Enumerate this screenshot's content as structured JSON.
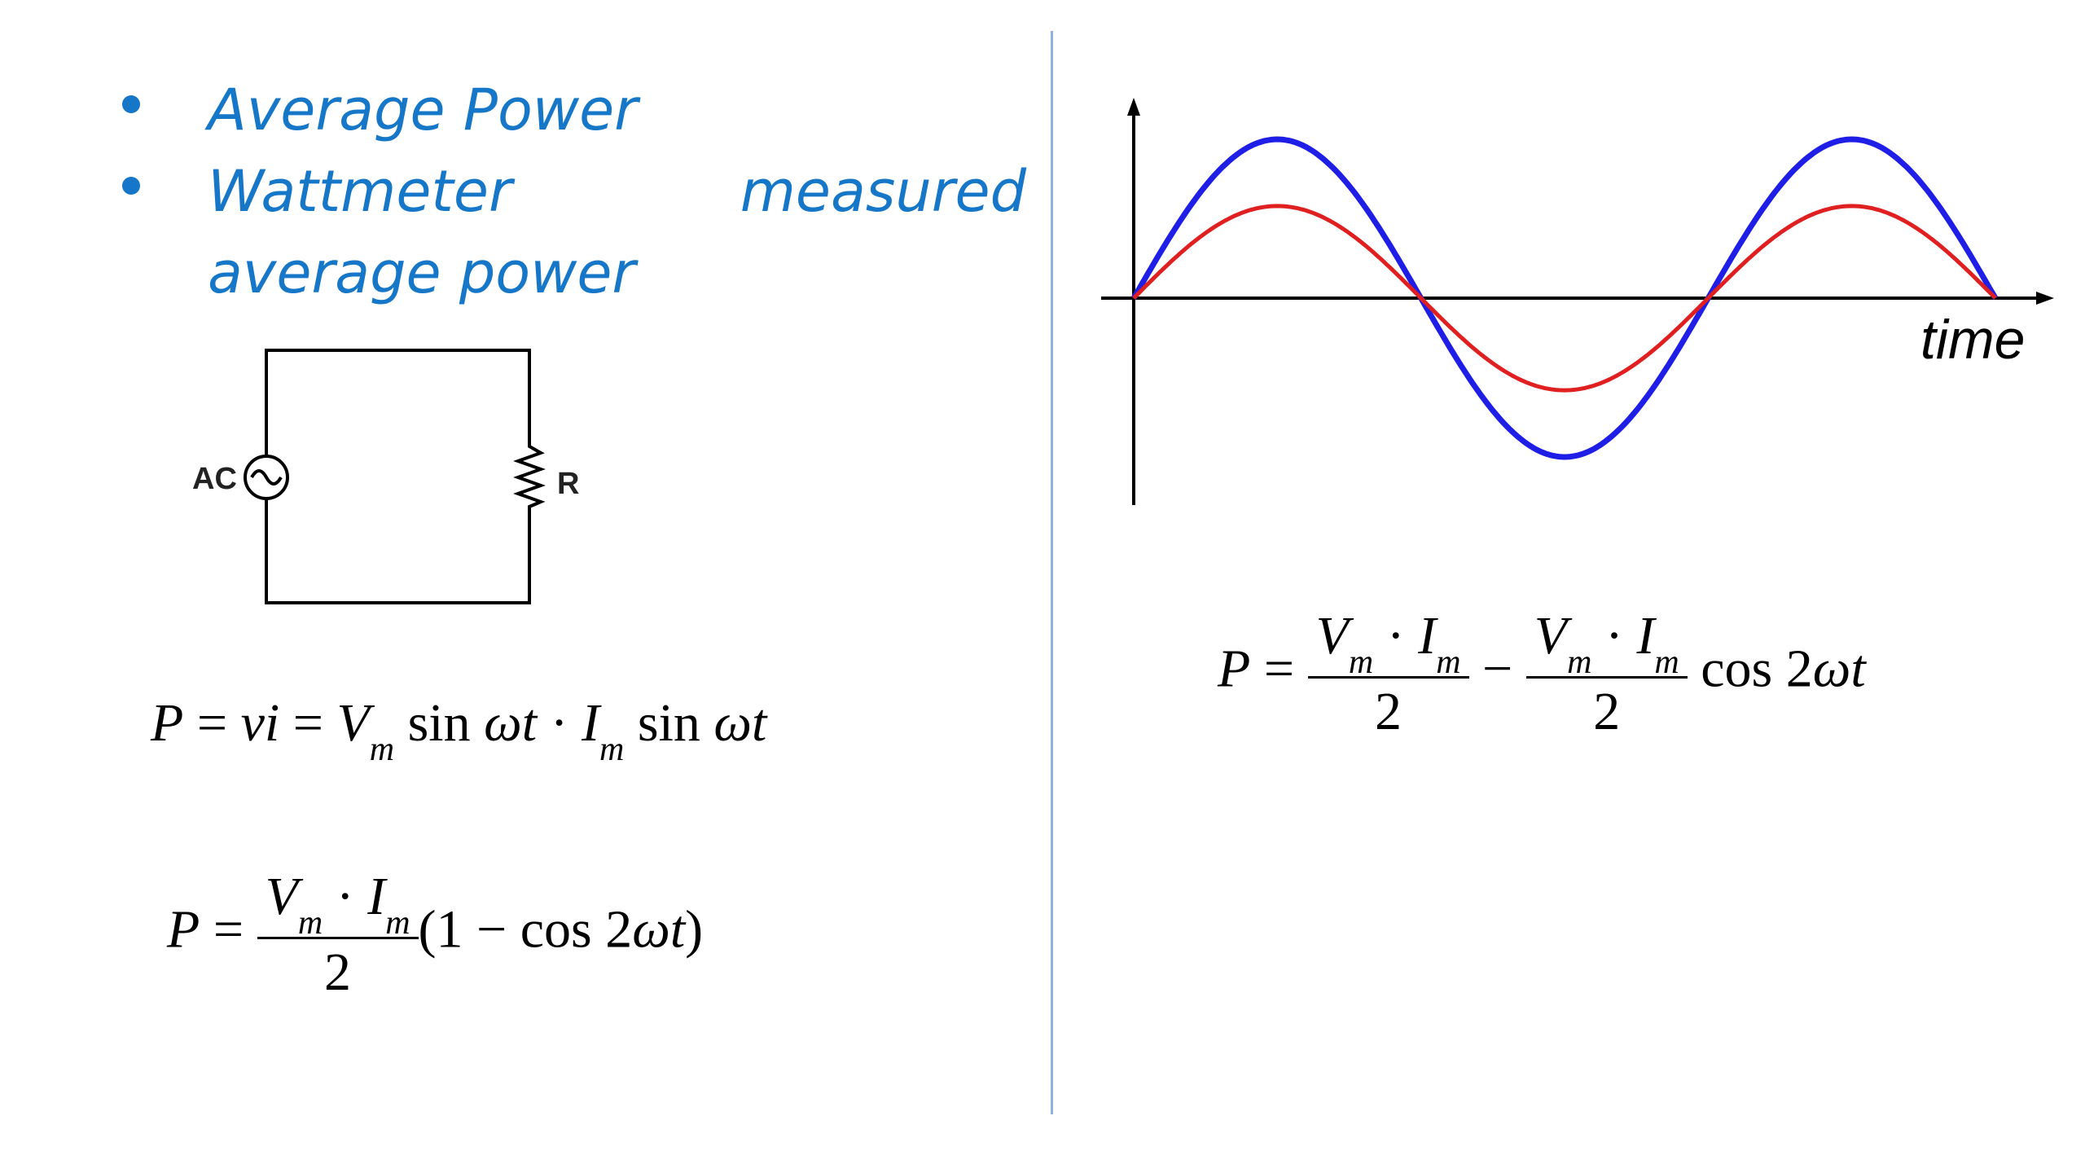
{
  "bullets": {
    "item1": "Average Power",
    "item2_left": "Wattmeter",
    "item2_right": "measured",
    "item2_cont": "average power"
  },
  "circuit": {
    "source_label": "AC",
    "resistor_label": "R"
  },
  "plot": {
    "x_label": "time"
  },
  "eq1": {
    "P": "P",
    "eqA": " = ",
    "v": "v",
    "i": "i",
    "eqB": " = ",
    "V": "V",
    "m1": "m",
    "sin1": " sin ",
    "wt1": "ωt",
    "dot": " · ",
    "I": "I",
    "m2": "m",
    "sin2": " sin ",
    "wt2": "ωt"
  },
  "eq2": {
    "P": "P",
    "eq": " = ",
    "V": "V",
    "m1": "m",
    "dot": " · ",
    "I": "I",
    "m2": "m",
    "den": "2",
    "paren_open": "(1 − cos 2",
    "wt": "ωt",
    "paren_close": ")"
  },
  "eq3": {
    "P": "P",
    "eq": " = ",
    "V1": "V",
    "m1": "m",
    "dot1": " · ",
    "I1": "I",
    "m2": "m",
    "den1": "2",
    "minus": " − ",
    "V2": "V",
    "m3": "m",
    "dot2": " · ",
    "I2": "I",
    "m4": "m",
    "den2": "2",
    "cos": " cos 2",
    "wt": "ωt"
  },
  "colors": {
    "bullet_text": "#1677c8",
    "divider": "#8fb0de",
    "voltage_wave": "#1e1ee6",
    "current_wave": "#e02020"
  },
  "chart_data": {
    "type": "line",
    "xlabel": "time",
    "series": [
      {
        "amplitude": 1.0,
        "periods": 1.5,
        "color": "#1e1ee6"
      },
      {
        "amplitude": 0.58,
        "periods": 1.5,
        "color": "#e02020"
      }
    ]
  }
}
